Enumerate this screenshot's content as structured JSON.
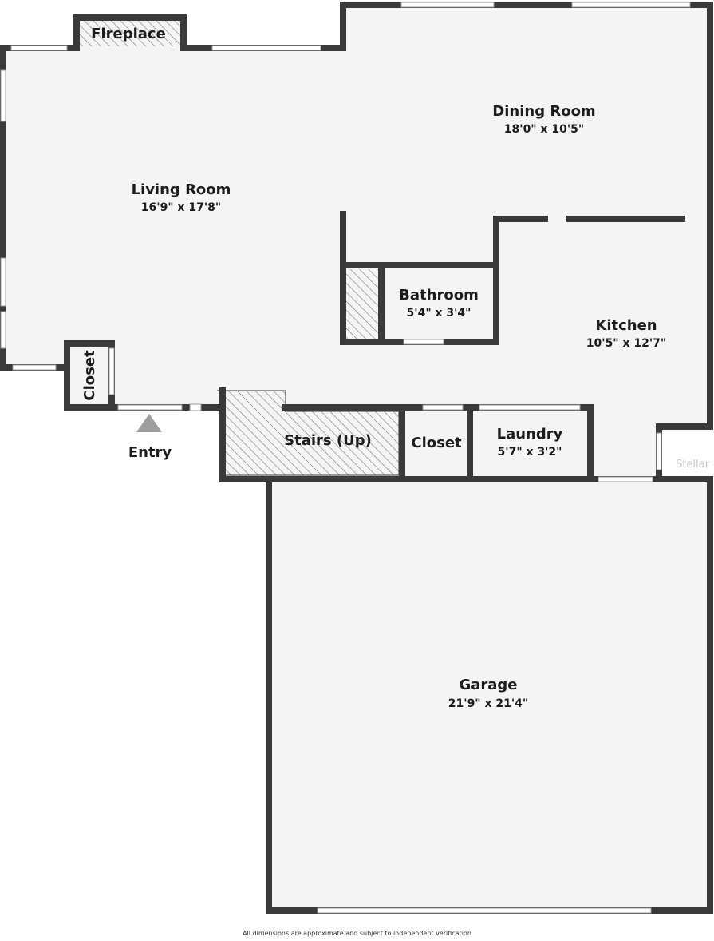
{
  "rooms": {
    "living": {
      "name": "Living Room",
      "dims": "16'9\" x 17'8\""
    },
    "dining": {
      "name": "Dining Room",
      "dims": "18'0\" x 10'5\""
    },
    "kitchen": {
      "name": "Kitchen",
      "dims": "10'5\" x 12'7\""
    },
    "bathroom": {
      "name": "Bathroom",
      "dims": "5'4\" x 3'4\""
    },
    "laundry": {
      "name": "Laundry",
      "dims": "5'7\" x 3'2\""
    },
    "garage": {
      "name": "Garage",
      "dims": "21'9\" x 21'4\""
    },
    "fireplace": {
      "name": "Fireplace"
    },
    "closet_entry": {
      "name": "Closet"
    },
    "closet_hall": {
      "name": "Closet"
    },
    "stairs": {
      "name": "Stairs (Up)"
    }
  },
  "entry": {
    "label": "Entry"
  },
  "watermark": "Stellar",
  "footer": "All dimensions are approximate and subject to independent verification",
  "colors": {
    "wall": "#3a3a3a",
    "floor": "#f4f4f4",
    "window": "#ffffff",
    "entry_marker": "#9e9e9e"
  }
}
